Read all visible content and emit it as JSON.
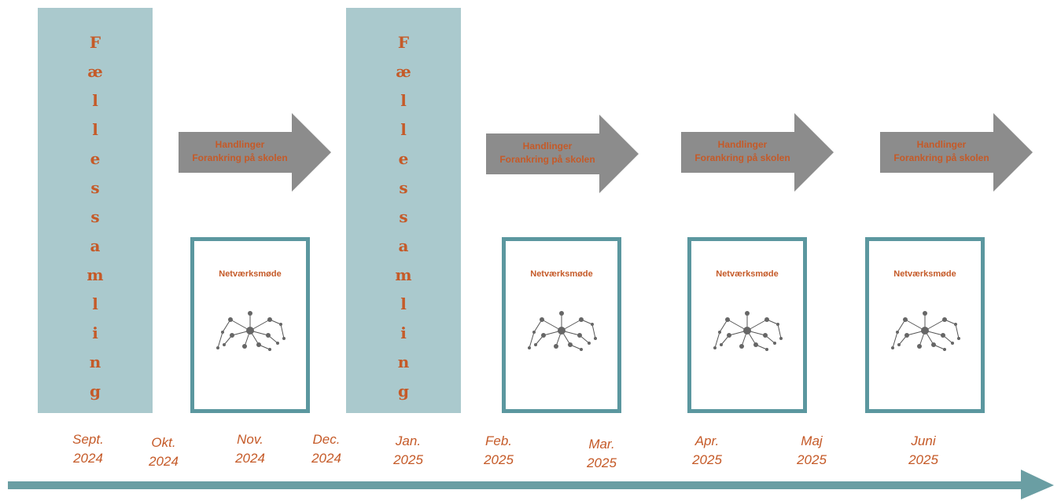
{
  "felles": [
    {
      "letters": [
        "F",
        "æ",
        "l",
        "l",
        "e",
        "s",
        "s",
        "a",
        "m",
        "l",
        "i",
        "n",
        "g"
      ]
    },
    {
      "letters": [
        "F",
        "æ",
        "l",
        "l",
        "e",
        "s",
        "s",
        "a",
        "m",
        "l",
        "i",
        "n",
        "g"
      ]
    }
  ],
  "arrows": [
    {
      "line1": "Handlinger",
      "line2": "Forankring på skolen"
    },
    {
      "line1": "Handlinger",
      "line2": "Forankring på skolen"
    },
    {
      "line1": "Handlinger",
      "line2": "Forankring på skolen"
    },
    {
      "line1": "Handlinger",
      "line2": "Forankring på skolen"
    }
  ],
  "network_boxes": [
    {
      "title": "Netværksmøde",
      "icon": "network-icon"
    },
    {
      "title": "Netværksmøde",
      "icon": "network-icon"
    },
    {
      "title": "Netværksmøde",
      "icon": "network-icon"
    },
    {
      "title": "Netværksmøde",
      "icon": "network-icon"
    }
  ],
  "dates": [
    {
      "month": "Sept.",
      "year": "2024"
    },
    {
      "month": "Okt.",
      "year": "2024"
    },
    {
      "month": "Nov.",
      "year": "2024"
    },
    {
      "month": "Dec.",
      "year": "2024"
    },
    {
      "month": "Jan.",
      "year": "2025"
    },
    {
      "month": "Feb.",
      "year": "2025"
    },
    {
      "month": "Mar.",
      "year": "2025"
    },
    {
      "month": "Apr.",
      "year": "2025"
    },
    {
      "month": "Maj",
      "year": "2025"
    },
    {
      "month": "Juni",
      "year": "2025"
    }
  ],
  "colors": {
    "felles_bg": "#aac9cd",
    "text_accent": "#c55a28",
    "arrow_gray": "#8c8c8c",
    "frame_teal": "#5b979f",
    "timeline": "#6a9ea3"
  }
}
